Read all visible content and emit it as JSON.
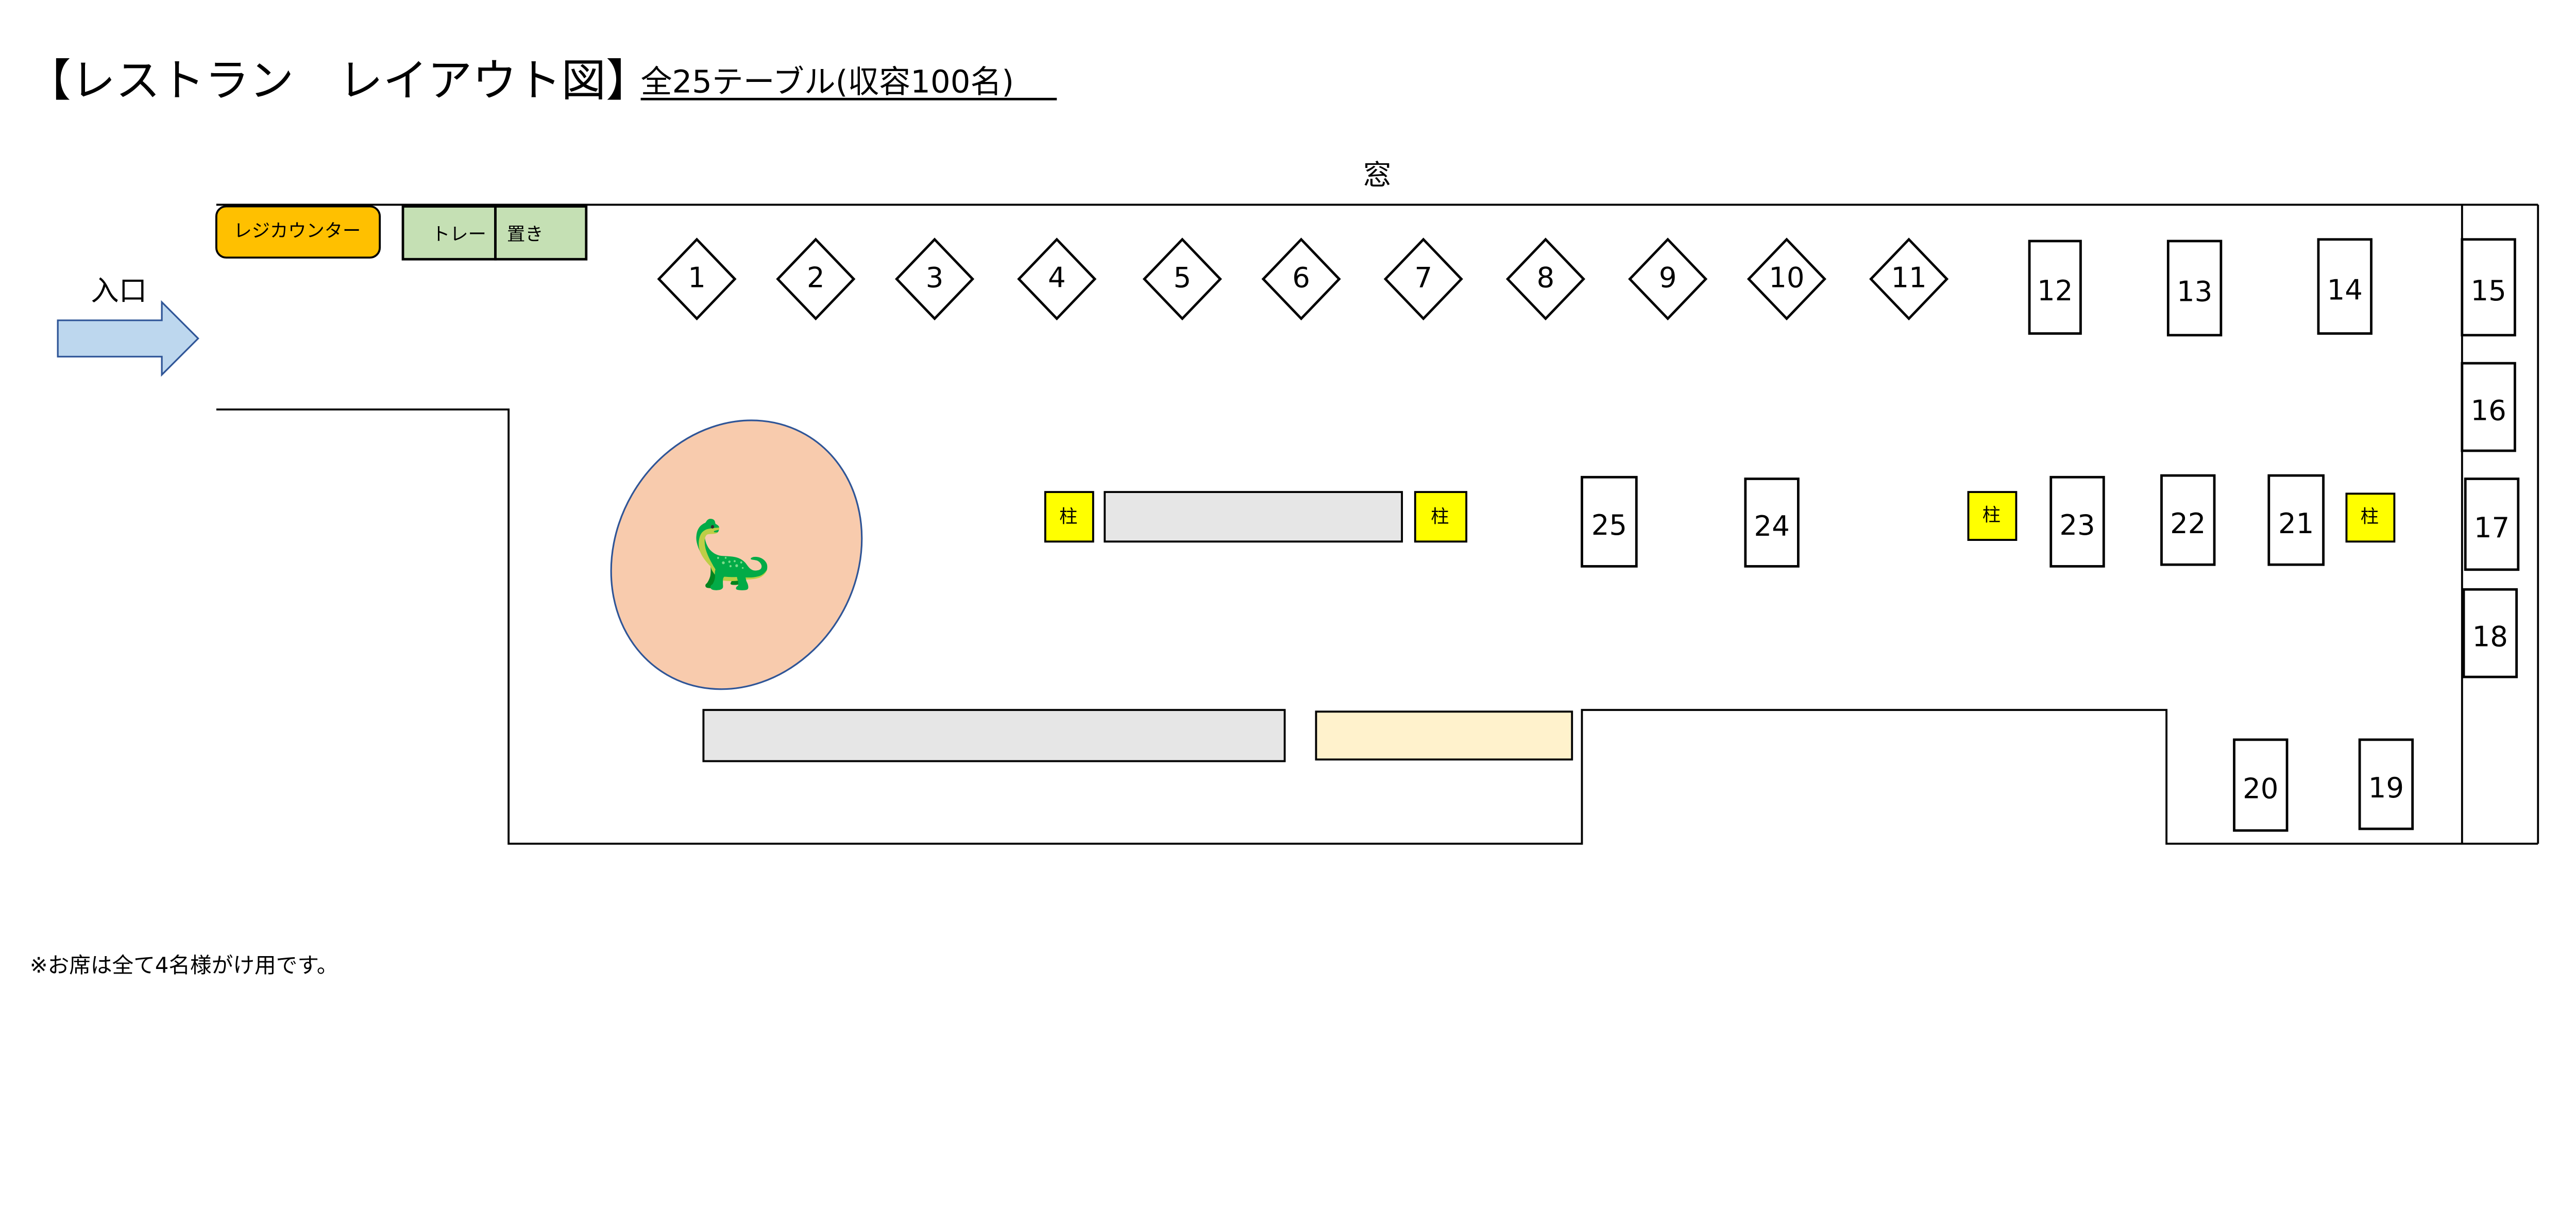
{
  "title": "【レストラン　レイアウト図】",
  "subtitle": "全25テーブル(収容100名)",
  "window_label": "窓",
  "entrance_label": "入口",
  "register_label": "レジカウンター",
  "tray_labels": [
    "トレー",
    "置き"
  ],
  "pillar_label": "柱",
  "dino_icon": "🦕",
  "footnote": "※お席は全て4名様がけ用です。",
  "tables": [
    "1",
    "2",
    "3",
    "4",
    "5",
    "6",
    "7",
    "8",
    "9",
    "10",
    "11",
    "12",
    "13",
    "14",
    "15",
    "16",
    "17",
    "18",
    "19",
    "20",
    "21",
    "22",
    "23",
    "24",
    "25"
  ],
  "colors": {
    "register": "#FFC000",
    "tray": "#C5E0B4",
    "arrow": "#BDD7EE",
    "play_area": "#F8CBAD",
    "counter_gray": "#E6E6E6",
    "counter_cream": "#FFF2CC",
    "pillar": "#FFFF00"
  }
}
